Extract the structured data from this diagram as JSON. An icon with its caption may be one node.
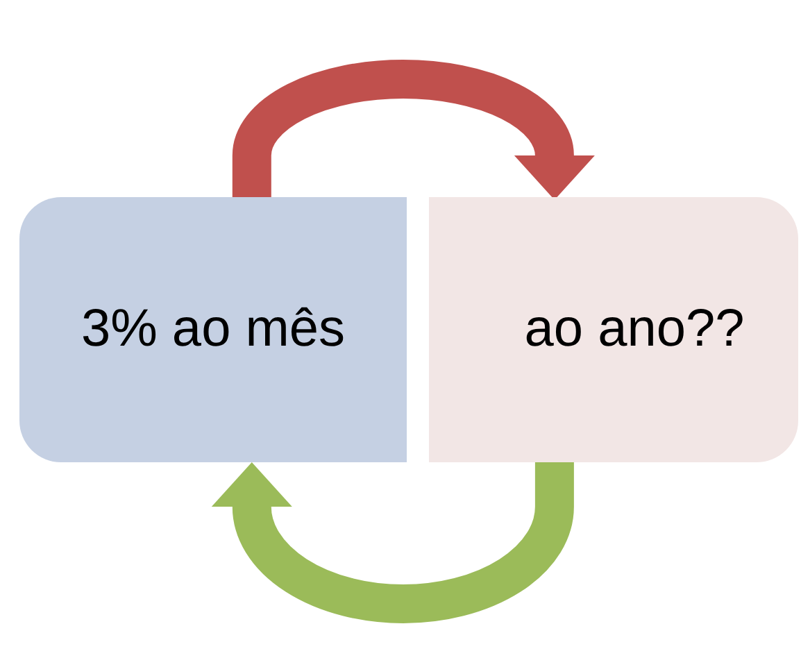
{
  "diagram": {
    "nodes": [
      {
        "text": [
          "3% ao mês"
        ]
      },
      {
        "text": [
          "ao ano??"
        ]
      }
    ],
    "edges": [
      {
        "from": 0,
        "to": 1,
        "arrow": "to",
        "color": "#c0504d"
      },
      {
        "from": 1,
        "to": 0,
        "arrow": "to",
        "color": "#9bbb59"
      }
    ]
  }
}
